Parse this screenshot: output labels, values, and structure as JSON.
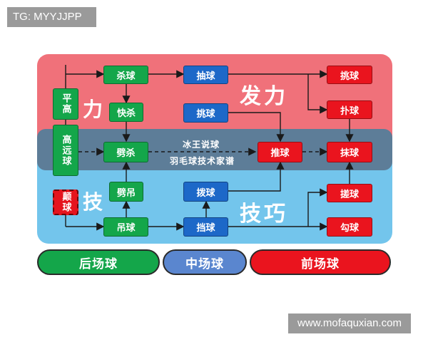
{
  "watermarks": {
    "top_left": "TG: MYYJJPP",
    "bottom_right": "www.mofaquxian.com"
  },
  "labels": {
    "power": "发力",
    "power_left": "力",
    "skill": "技巧",
    "skill_left": "技"
  },
  "band": {
    "line1": "冰王说球",
    "line2": "羽毛球技术家谱"
  },
  "nodes": {
    "ping_gao": "平高",
    "gao_yuan": "高远球",
    "dian_qiu": "颠球",
    "sha_qiu": "杀球",
    "kuai_sha": "快杀",
    "pi_sha": "劈杀",
    "pi_diao": "劈吊",
    "diao_qiu": "吊球",
    "chou_qiu": "抽球",
    "tiao_qiu_mid": "挑球",
    "bo_qiu": "拨球",
    "dang_qiu": "挡球",
    "tui_qiu": "推球",
    "tiao_qiu_front": "挑球",
    "pu_qiu": "扑球",
    "mo_qiu": "抹球",
    "cuo_qiu": "搓球",
    "gou_qiu": "勾球"
  },
  "zones": {
    "back": "后场球",
    "mid": "中场球",
    "front": "前场球"
  },
  "colors": {
    "power": "#f0717a",
    "skill": "#73c5ec",
    "band": "#5d7d98",
    "back": "#14a64a",
    "mid": "#1d68c8",
    "front": "#ea141e"
  }
}
